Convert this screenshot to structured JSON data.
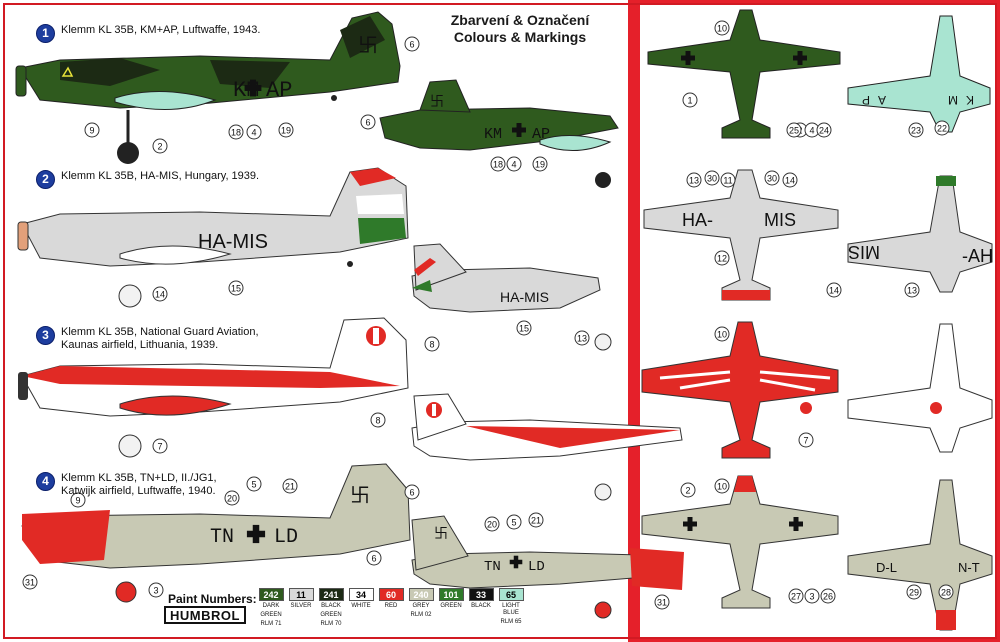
{
  "title": {
    "line1": "Zbarvení & Označení",
    "line2": "Colours & Markings"
  },
  "schemes": [
    {
      "number": "1",
      "line1": "Klemm KL 35B, KM+AP, Luftwaffe, 1943.",
      "line2": ""
    },
    {
      "number": "2",
      "line1": "Klemm KL 35B, HA-MIS, Hungary, 1939.",
      "line2": ""
    },
    {
      "number": "3",
      "line1": "Klemm KL 35B, National Guard Aviation,",
      "line2": "Kaunas airfield, Lithuania, 1939."
    },
    {
      "number": "4",
      "line1": "Klemm KL 35B, TN+LD, II./JG1,",
      "line2": "Katwijk airfield, Luftwaffe, 1940."
    }
  ],
  "codes": {
    "km": "KM",
    "ap": "AP",
    "ha_mis": "HA-MIS",
    "ha": "HA-",
    "mis": "MIS",
    "mis_rev": "MIS",
    "ha_rev": "-AH",
    "tn": "TN",
    "ld": "LD",
    "tn_rev": "N-T",
    "ld_rev": "D-L",
    "k_rev": "K",
    "m_rev": "M",
    "a_rev": "A",
    "p_rev": "P"
  },
  "paint": {
    "label": "Paint Numbers:",
    "brand": "HUMBROL",
    "items": [
      {
        "code": "242",
        "name1": "DARK",
        "name2": "GREEN",
        "name3": "RLM 71",
        "color": "#2f5a1e",
        "text": "#ffffff"
      },
      {
        "code": "11",
        "name1": "SILVER",
        "name2": "",
        "name3": "",
        "color": "#d9d9d9",
        "text": "#000000"
      },
      {
        "code": "241",
        "name1": "BLACK",
        "name2": "GREEN",
        "name3": "RLM 70",
        "color": "#1c2a14",
        "text": "#ffffff"
      },
      {
        "code": "34",
        "name1": "WHITE",
        "name2": "",
        "name3": "",
        "color": "#ffffff",
        "text": "#000000"
      },
      {
        "code": "60",
        "name1": "RED",
        "name2": "",
        "name3": "",
        "color": "#e12a25",
        "text": "#ffffff"
      },
      {
        "code": "240",
        "name1": "GREY",
        "name2": "RLM 02",
        "name3": "",
        "color": "#c8c9b4",
        "text": "#ffffff"
      },
      {
        "code": "101",
        "name1": "GREEN",
        "name2": "",
        "name3": "",
        "color": "#2f7a2a",
        "text": "#ffffff"
      },
      {
        "code": "33",
        "name1": "BLACK",
        "name2": "",
        "name3": "",
        "color": "#111111",
        "text": "#ffffff"
      },
      {
        "code": "65",
        "name1": "LIGHT BLUE",
        "name2": "RLM 65",
        "name3": "",
        "color": "#a9e4d1",
        "text": "#000000"
      }
    ]
  },
  "callouts": [
    {
      "id": "c1",
      "text": "1"
    },
    {
      "id": "c2",
      "text": "2"
    },
    {
      "id": "c3",
      "text": "3"
    },
    {
      "id": "c4",
      "text": "4"
    },
    {
      "id": "c5",
      "text": "5"
    },
    {
      "id": "c6",
      "text": "6"
    },
    {
      "id": "c7",
      "text": "7"
    },
    {
      "id": "c8",
      "text": "8"
    },
    {
      "id": "c9",
      "text": "9"
    },
    {
      "id": "c10",
      "text": "10"
    },
    {
      "id": "c11",
      "text": "11"
    },
    {
      "id": "c12",
      "text": "12"
    },
    {
      "id": "c13",
      "text": "13"
    },
    {
      "id": "c14",
      "text": "14"
    },
    {
      "id": "c15",
      "text": "15"
    },
    {
      "id": "c18",
      "text": "18"
    },
    {
      "id": "c19",
      "text": "19"
    },
    {
      "id": "c20",
      "text": "20"
    },
    {
      "id": "c21",
      "text": "21"
    },
    {
      "id": "c22",
      "text": "22"
    },
    {
      "id": "c23",
      "text": "23"
    },
    {
      "id": "c24",
      "text": "24"
    },
    {
      "id": "c25",
      "text": "25"
    },
    {
      "id": "c26",
      "text": "26"
    },
    {
      "id": "c27",
      "text": "27"
    },
    {
      "id": "c28",
      "text": "28"
    },
    {
      "id": "c29",
      "text": "29"
    },
    {
      "id": "c30",
      "text": "30"
    },
    {
      "id": "c31",
      "text": "31"
    }
  ],
  "colors": {
    "frame": "#d21a23",
    "badge": "#1d3d9e",
    "dark_green": "#2f5a1e",
    "black_green": "#1c2a14",
    "light_blue": "#a9e4d1",
    "silver": "#d9d9d9",
    "red": "#e12a25",
    "grey": "#c8c9b4"
  }
}
